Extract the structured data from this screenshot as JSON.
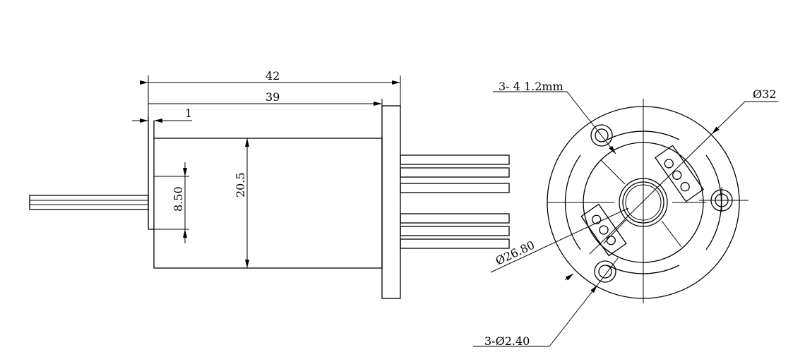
{
  "side_view": {
    "dim_total_length": "42",
    "dim_body_length": "39",
    "dim_flange_thickness": "1",
    "dim_body_height": "20.5",
    "dim_shaft_height": "8.50"
  },
  "front_view": {
    "mounting_holes_label": "3-  4 1.2mm",
    "outer_diameter_label": "Ø32",
    "pitch_diameter_label": "Ø26.80",
    "hole_diameter_label": "3-Ø2.40"
  },
  "colors": {
    "line": "#000000",
    "background": "#ffffff"
  }
}
